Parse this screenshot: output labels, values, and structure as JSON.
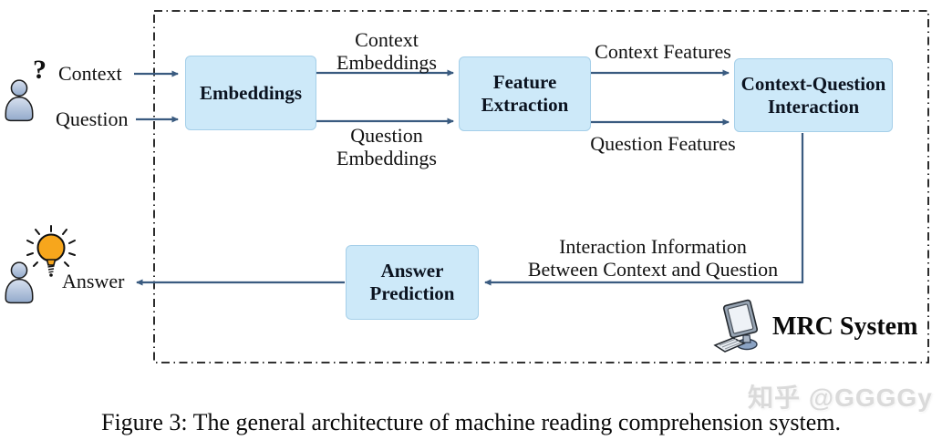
{
  "colors": {
    "node_fill": "#cde9f9",
    "node_border": "#a5cfe9",
    "arrow": "#3a5b80",
    "boundary": "#141414",
    "bulb": "#f7a61c",
    "watermark_gray": "#dadada"
  },
  "diagram": {
    "inputs": {
      "question_mark": "?",
      "context": "Context",
      "question": "Question"
    },
    "output": {
      "answer": "Answer"
    },
    "nodes": {
      "embeddings": "Embeddings",
      "feature_extraction": "Feature\nExtraction",
      "cq_interaction": "Context-Question\nInteraction",
      "answer_prediction": "Answer\nPrediction"
    },
    "edge_labels": {
      "context_embeddings": "Context\nEmbeddings",
      "question_embeddings": "Question\nEmbeddings",
      "context_features": "Context Features",
      "question_features": "Question Features",
      "interaction_info": "Interaction Information\nBetween Context and Question"
    },
    "system_label": "MRC System"
  },
  "watermark": "知乎 @GGGGy",
  "caption": "Figure 3: The general architecture of machine reading comprehension system."
}
